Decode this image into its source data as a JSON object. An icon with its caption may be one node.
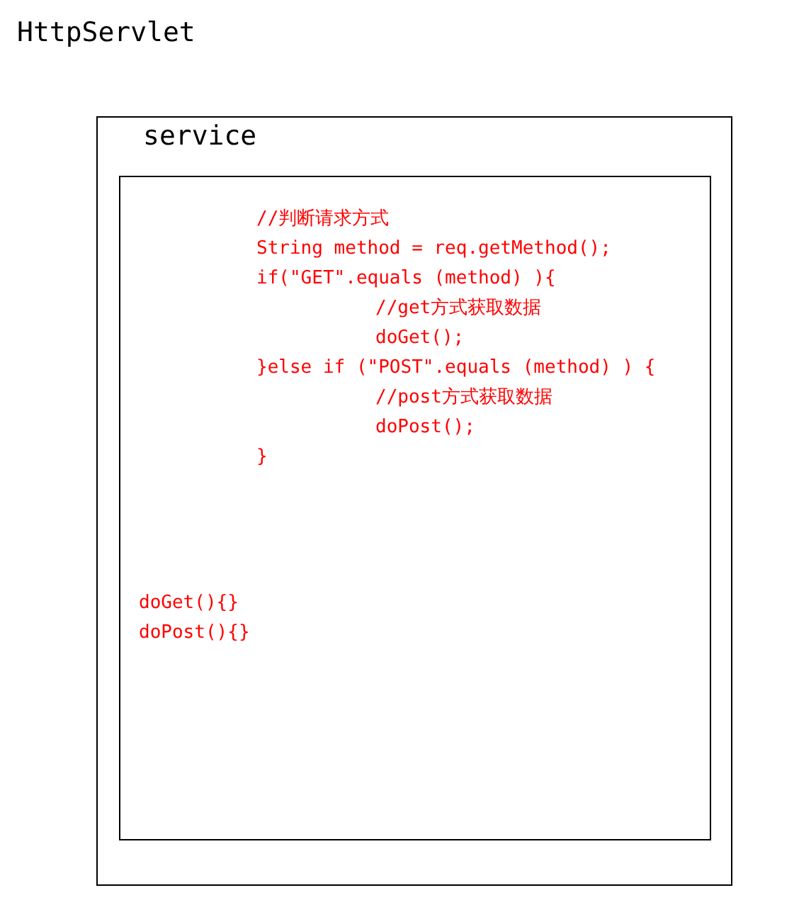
{
  "diagram": {
    "title": "HttpServlet",
    "nodes": [
      {
        "text": [
          "service"
        ]
      },
      {
        "text": [
          "//判断请求方式",
          "String method = req.getMethod();",
          "if(\"GET\".equals (method) ){",
          "//get方式获取数据",
          "doGet();",
          "}else if (\"POST\".equals (method) ) {",
          "//post方式获取数据",
          "doPost();",
          "}",
          "doGet(){}",
          "doPost(){}"
        ],
        "in": 0
      }
    ]
  }
}
